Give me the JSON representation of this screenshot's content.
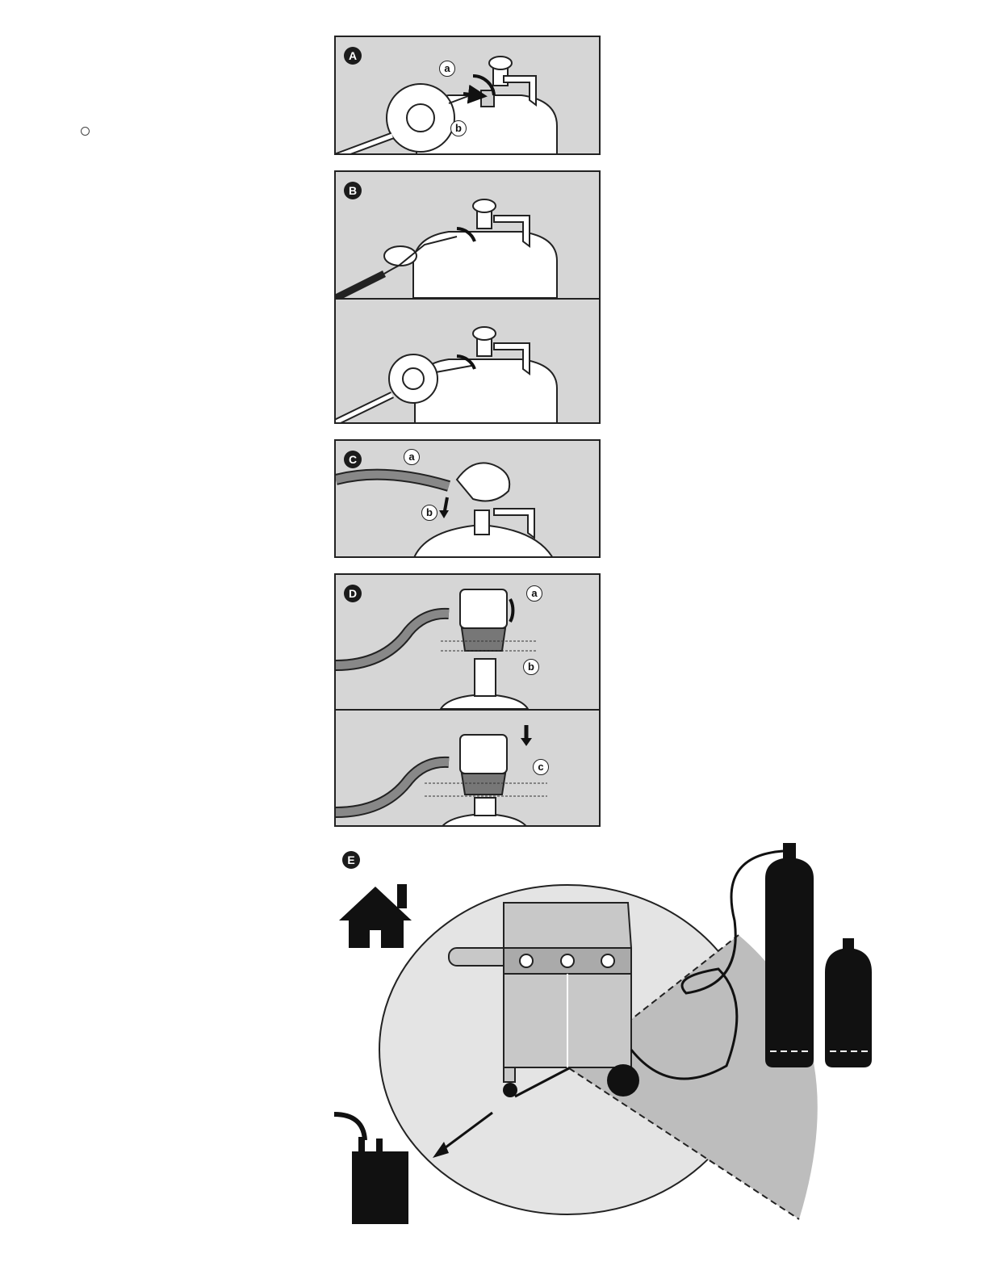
{
  "figures": {
    "a": {
      "label": "A",
      "callouts": [
        "a",
        "b"
      ]
    },
    "b": {
      "label": "B"
    },
    "c": {
      "label": "C",
      "callouts": [
        "a",
        "b"
      ]
    },
    "d": {
      "label": "D",
      "callouts": [
        "a",
        "b",
        "c"
      ]
    },
    "e": {
      "label": "E"
    }
  },
  "colors": {
    "panel_bg": "#d6d6d6",
    "outline": "#222222",
    "badge": "#1b1b1b",
    "safe_zone": "#e4e4e4",
    "danger_zone": "#bdbdbd"
  },
  "icons": [
    "house-icon",
    "generator-icon",
    "gas-cylinder-icon",
    "grill-icon"
  ]
}
